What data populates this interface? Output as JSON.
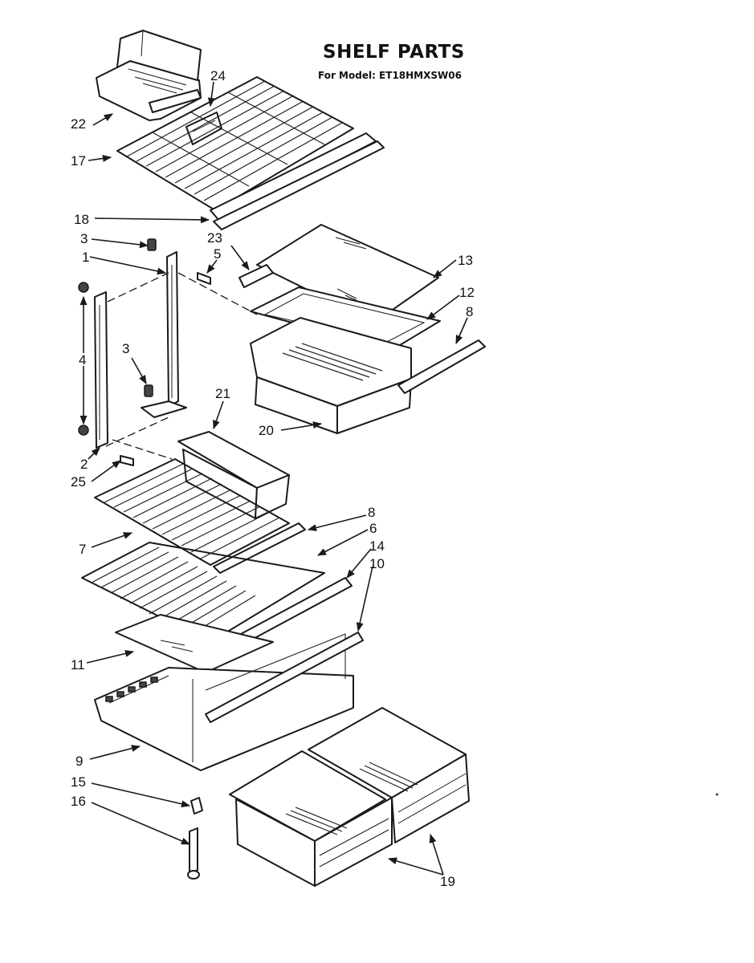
{
  "header": {
    "title": "SHELF PARTS",
    "subtitle": "For Model: ET18HMXSW06"
  },
  "callouts": [
    "22",
    "24",
    "17",
    "18",
    "23",
    "3",
    "1",
    "5",
    "13",
    "12",
    "8",
    "4",
    "3",
    "21",
    "20",
    "2",
    "25",
    "8",
    "6",
    "7",
    "14",
    "10",
    "11",
    "9",
    "15",
    "16",
    "19"
  ]
}
